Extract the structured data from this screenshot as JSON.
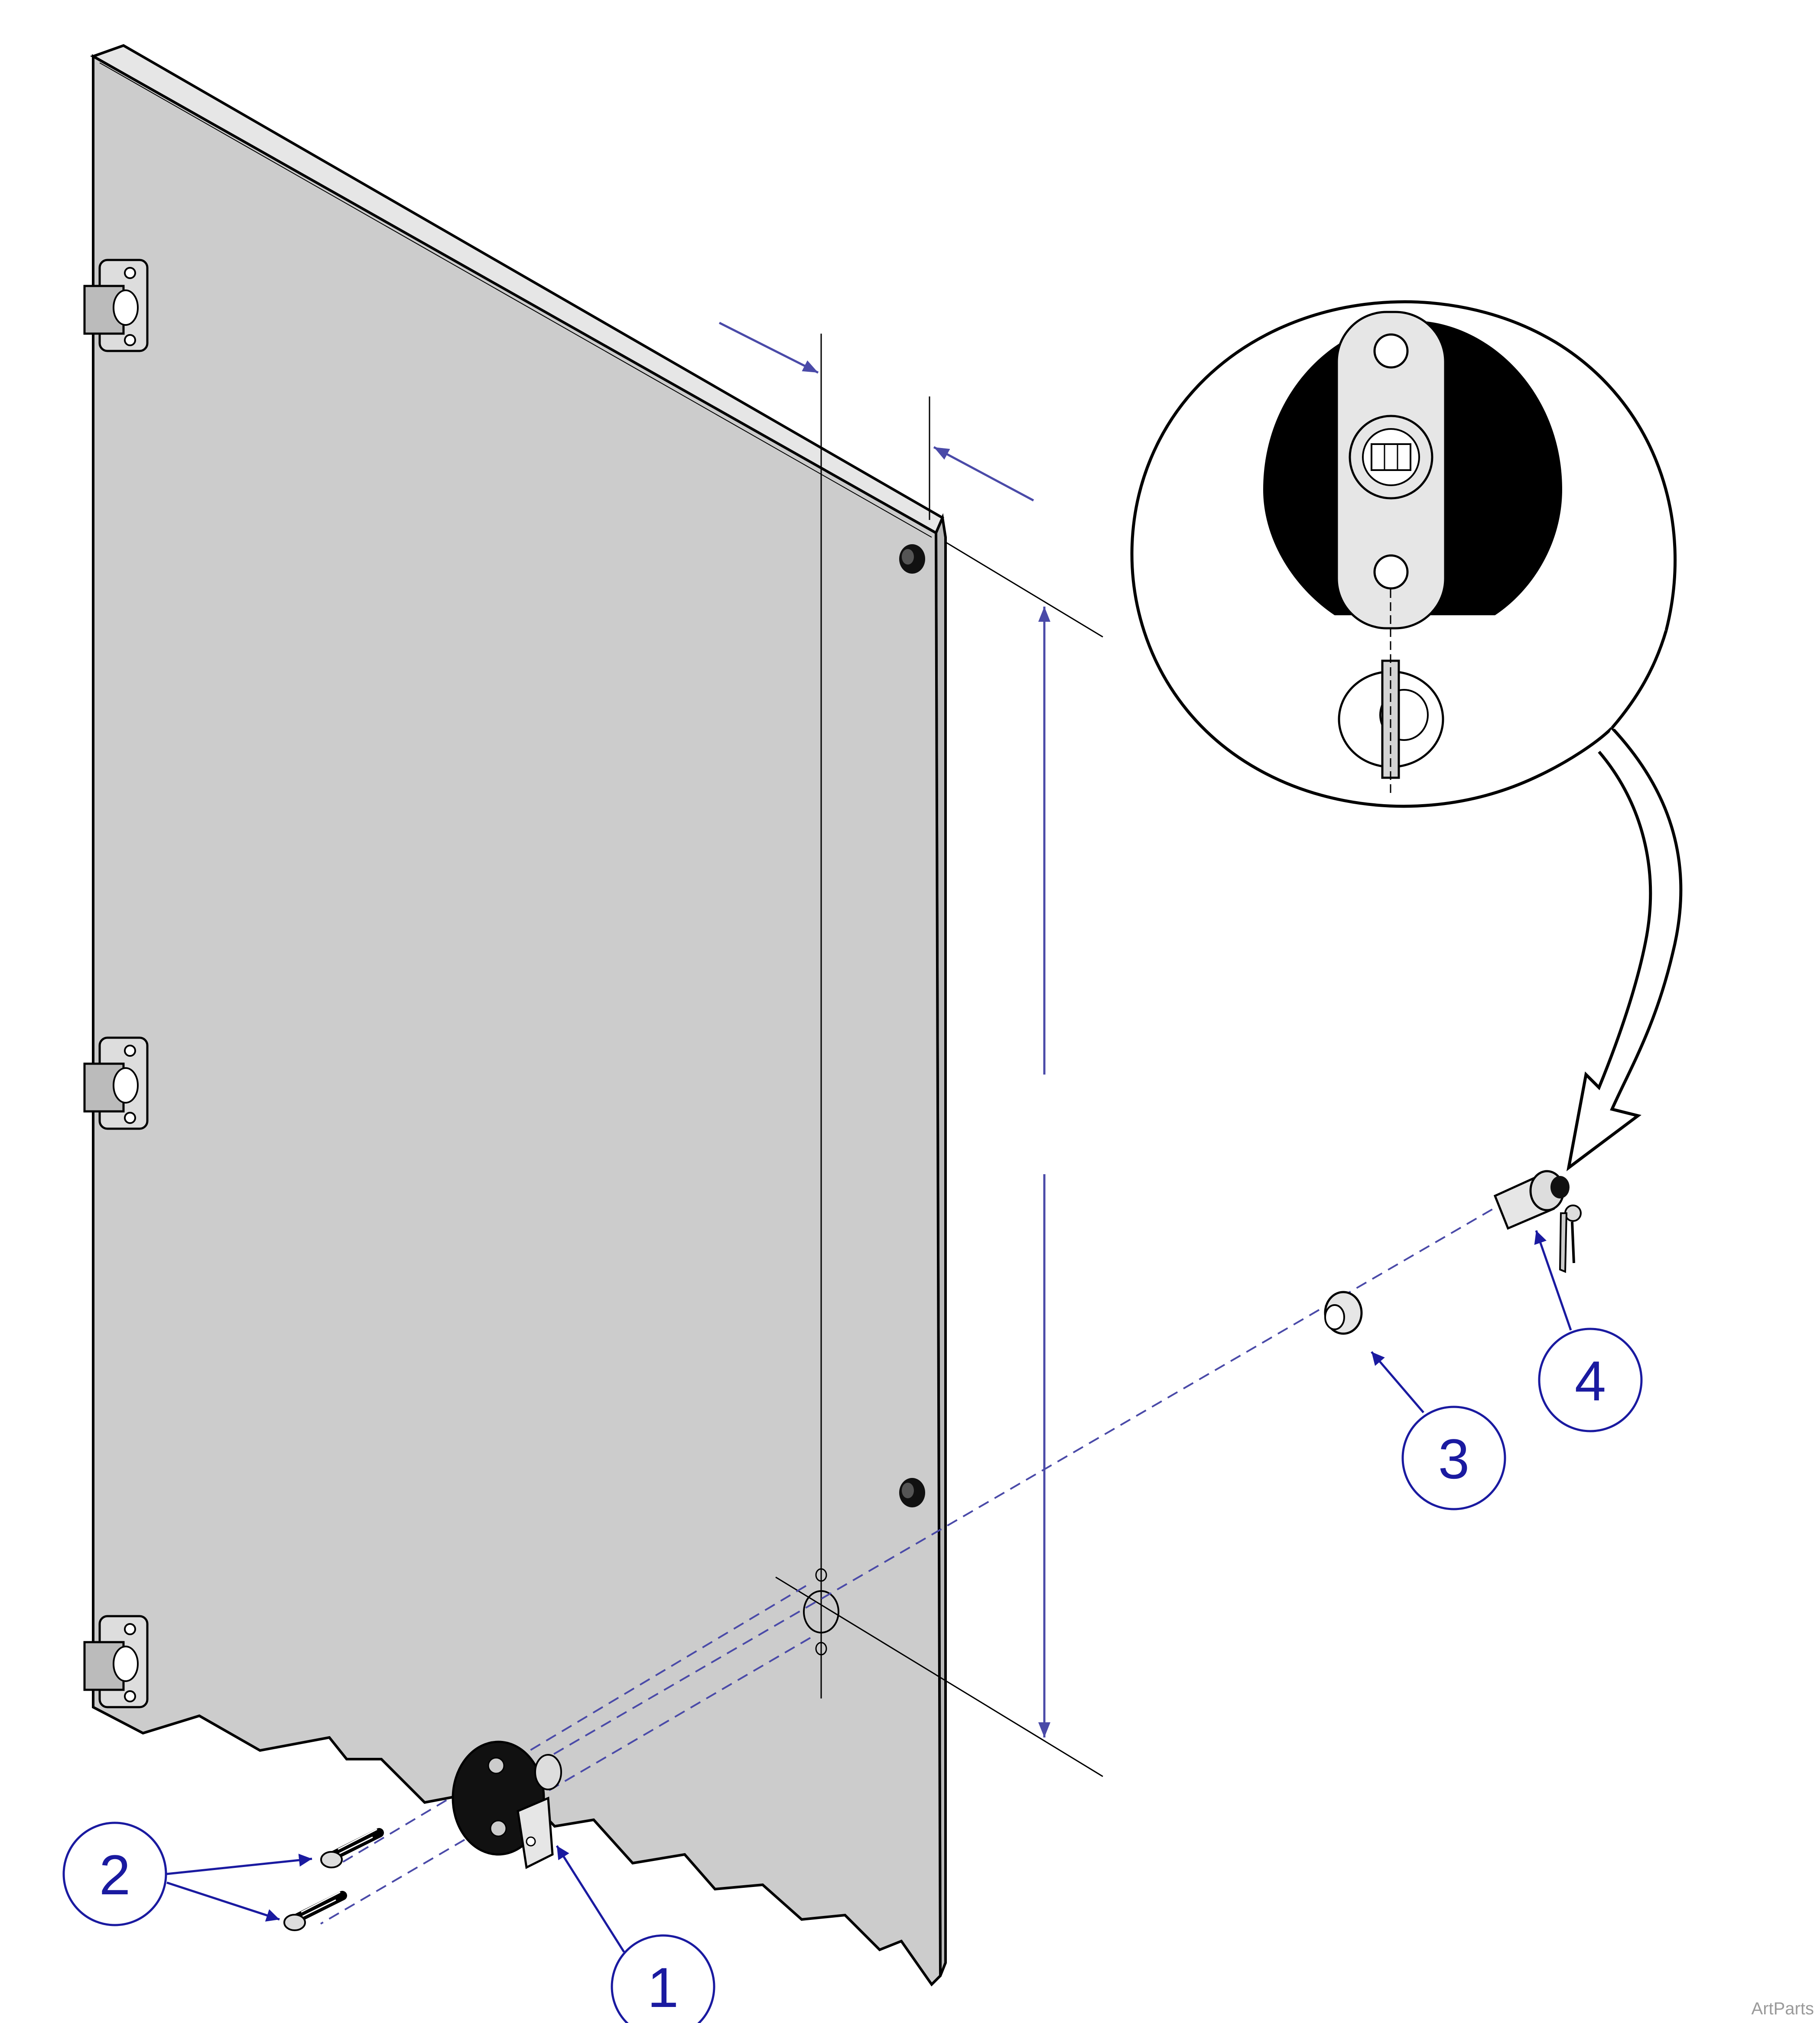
{
  "callouts": [
    {
      "id": "1",
      "label": "1"
    },
    {
      "id": "2",
      "label": "2"
    },
    {
      "id": "3",
      "label": "3"
    },
    {
      "id": "4",
      "label": "4"
    }
  ],
  "watermark": "ArtParts",
  "colors": {
    "panel_fill": "#cccccc",
    "callout": "#1a1aa0",
    "dimension": "#4a4aa8",
    "outline": "#000000"
  }
}
